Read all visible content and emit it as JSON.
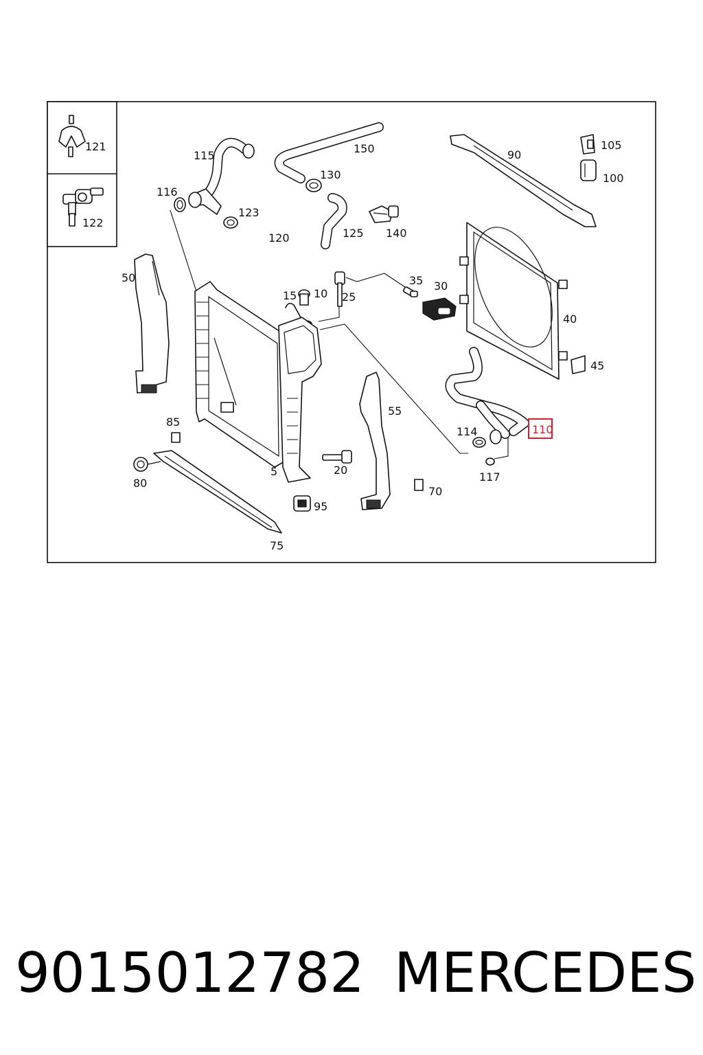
{
  "diagram": {
    "inset_labels": {
      "l121": "121",
      "l122": "122"
    },
    "labels": {
      "l115": "115",
      "l150": "150",
      "l116": "116",
      "l130": "130",
      "l123": "123",
      "l120": "120",
      "l125": "125",
      "l140": "140",
      "l90": "90",
      "l105": "105",
      "l100": "100",
      "l50": "50",
      "l35": "35",
      "l30": "30",
      "l15": "15",
      "l10": "10",
      "l25": "25",
      "l40": "40",
      "l45": "45",
      "l55": "55",
      "l85": "85",
      "l114": "114",
      "l5": "5",
      "l20": "20",
      "l117": "117",
      "l80": "80",
      "l70": "70",
      "l95": "95",
      "l75": "75"
    },
    "highlighted_label": "110",
    "highlight_color": "#d21f2a"
  },
  "footer": {
    "part_number": "9015012782",
    "brand": "MERCEDES"
  }
}
